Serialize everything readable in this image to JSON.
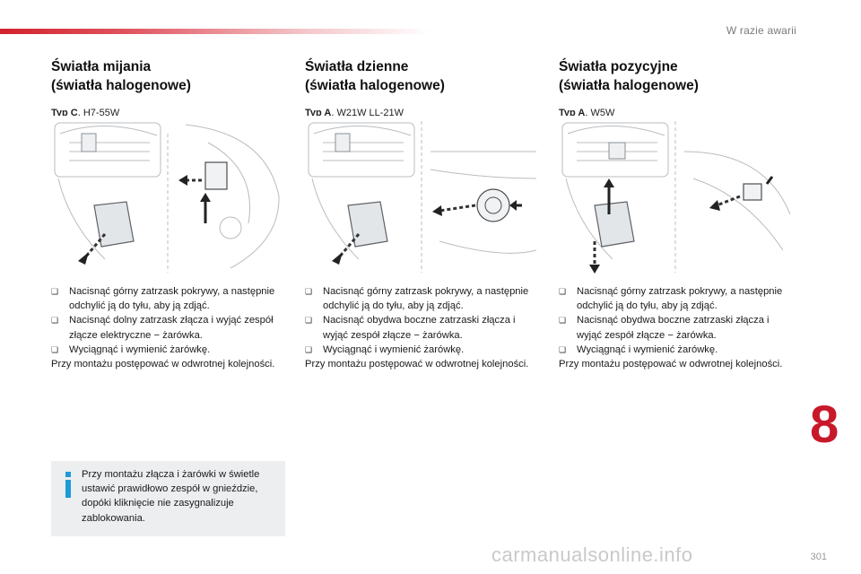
{
  "header": {
    "section_title": "W razie awarii"
  },
  "columns": [
    {
      "title_line1": "Światła mijania",
      "title_line2": "(światła halogenowe)",
      "type_label": "Typ C",
      "type_rest": ", H7-55W",
      "steps": [
        "Nacisnąć górny zatrzask pokrywy, a następnie odchylić ją do tyłu, aby ją zdjąć.",
        "Nacisnąć dolny zatrzask złącza i wyjąć zespół złącze elektryczne − żarówka.",
        "Wyciągnąć i wymienić żarówkę."
      ],
      "note": "Przy montażu postępować w odwrotnej kolejności."
    },
    {
      "title_line1": "Światła dzienne",
      "title_line2": "(światła halogenowe)",
      "type_label": "Typ A",
      "type_rest": ", W21W LL-21W",
      "steps": [
        "Nacisnąć górny zatrzask pokrywy, a następnie odchylić ją do tyłu, aby ją zdjąć.",
        "Nacisnąć obydwa boczne zatrzaski złącza i wyjąć zespół złącze − żarówka.",
        "Wyciągnąć i wymienić żarówkę."
      ],
      "note": "Przy montażu postępować w odwrotnej kolejności."
    },
    {
      "title_line1": "Światła pozycyjne",
      "title_line2": "(światła halogenowe)",
      "type_label": "Typ A",
      "type_rest": ", W5W",
      "steps": [
        "Nacisnąć górny zatrzask pokrywy, a następnie odchylić ją do tyłu, aby ją zdjąć.",
        "Nacisnąć obydwa boczne zatrzaski złącza i wyjąć zespół złącze − żarówka.",
        "Wyciągnąć i wymienić żarówkę."
      ],
      "note": "Przy montażu postępować w odwrotnej kolejności."
    }
  ],
  "info_box": {
    "text": "Przy montażu złącza i żarówki w świetle ustawić prawidłowo zespół w gnieździe, dopóki kliknięcie nie zasygnalizuje zablokowania."
  },
  "chapter_number": "8",
  "page_number": "301",
  "watermark": "carmanualsonline.info",
  "bullet_icon": "checkbox-bullet-icon",
  "colors": {
    "accent_red": "#c8192b",
    "info_blue": "#1d9bd7",
    "info_bg": "#eceef0"
  }
}
